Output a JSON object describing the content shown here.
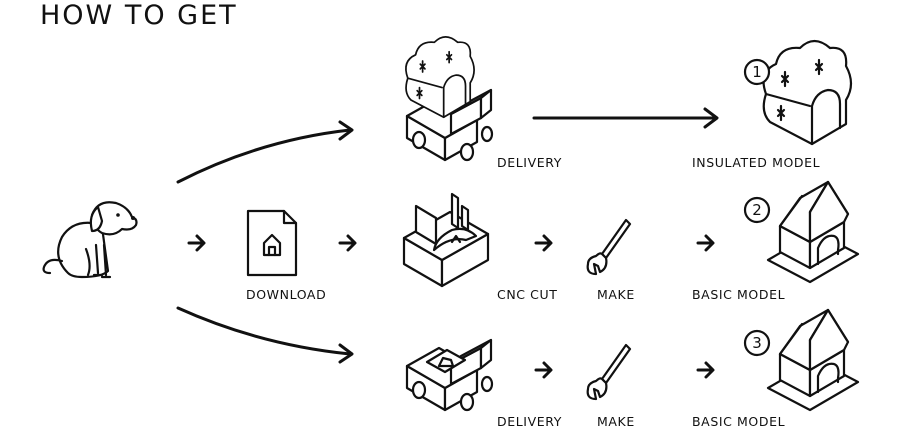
{
  "title": "HOW TO GET",
  "labels": {
    "download": "DOWNLOAD",
    "delivery_top": "DELIVERY",
    "insulated_model": "INSULATED MODEL",
    "cnc_cut": "CNC CUT",
    "make_mid": "MAKE",
    "basic_model_mid": "BASIC MODEL",
    "delivery_bottom": "DELIVERY",
    "make_bottom": "MAKE",
    "basic_model_bottom": "BASIC MODEL"
  },
  "options": [
    {
      "number": "1"
    },
    {
      "number": "2"
    },
    {
      "number": "3"
    }
  ],
  "icons": [
    "dog-icon",
    "file-house-icon",
    "delivery-truck-icon",
    "insulated-doghouse-icon",
    "cnc-machine-icon",
    "wrench-icon",
    "doghouse-icon",
    "arrow-icon"
  ]
}
